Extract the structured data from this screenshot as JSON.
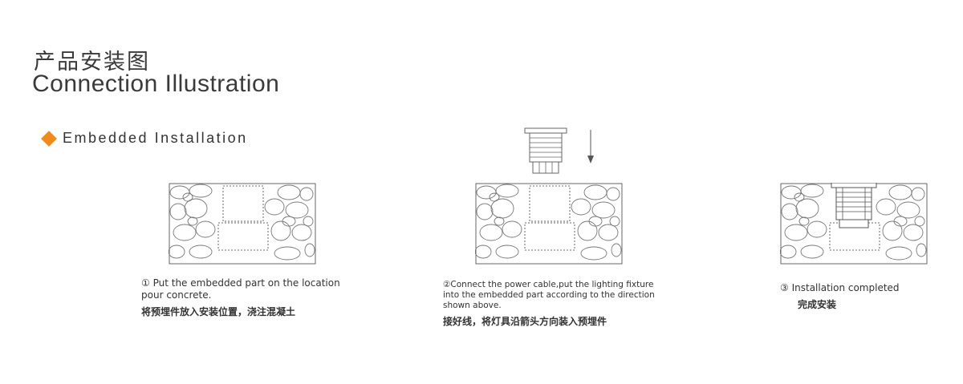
{
  "header": {
    "title_cn": "产品安装图",
    "title_en": "Connection Illustration"
  },
  "section": {
    "label": "Embedded Installation",
    "accent_color": "#f08a1c"
  },
  "steps": [
    {
      "number": "①",
      "text_en": "Put the embedded part on the location\npour concrete.",
      "text_cn": "将预埋件放入安装位置，浇注混凝土"
    },
    {
      "number": "②",
      "text_en": "Connect the power cable,put the lighting fixture\ninto the embedded part according to the direction\nshown above.",
      "text_cn": "接好线，将灯具沿箭头方向装入预埋件"
    },
    {
      "number": "③",
      "text_en": "Installation completed",
      "text_cn": "完成安装"
    }
  ],
  "icons": [
    "stone-wall",
    "embedded-part",
    "light-fixture",
    "down-arrow-icon"
  ]
}
